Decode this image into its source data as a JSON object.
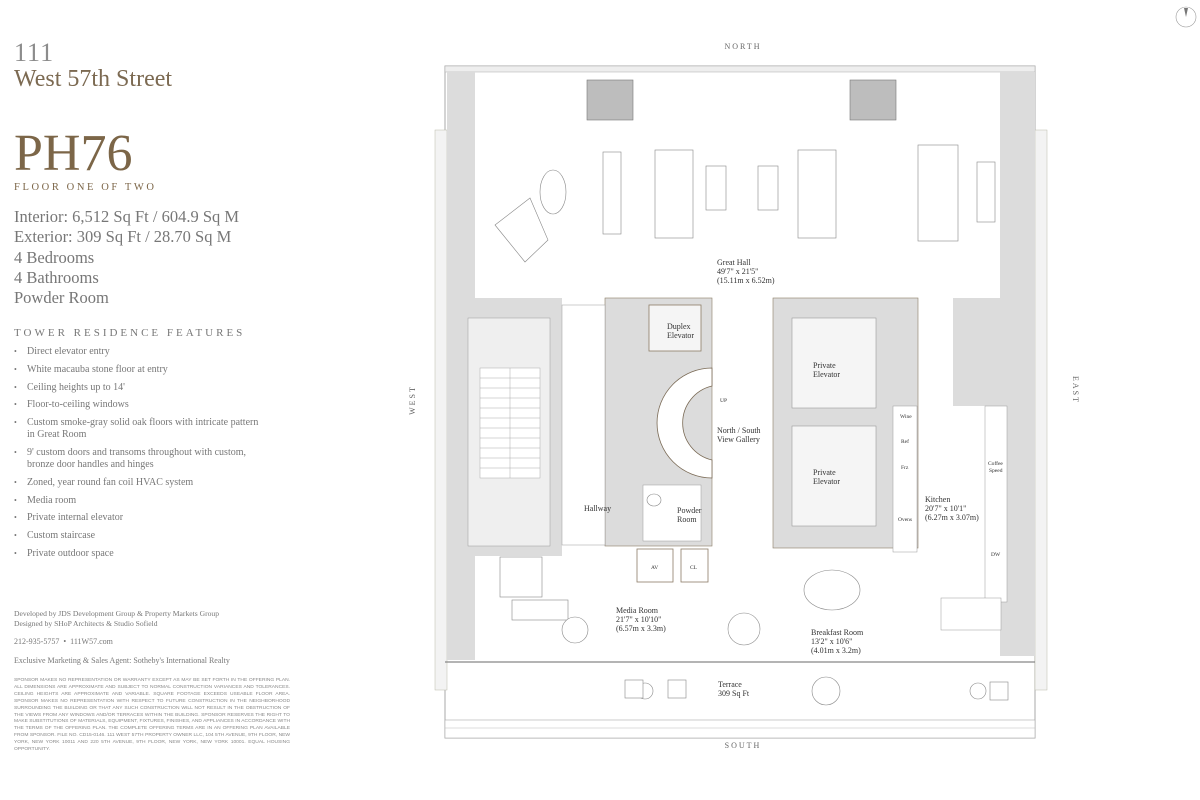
{
  "header": {
    "building_number": "111",
    "street": "West 57th Street"
  },
  "unit": {
    "name": "PH76",
    "floor": "FLOOR ONE OF TWO"
  },
  "stats": [
    "Interior: 6,512 Sq Ft / 604.9 Sq M",
    "Exterior: 309 Sq Ft / 28.70 Sq M",
    "4 Bedrooms",
    "4 Bathrooms",
    "Powder Room"
  ],
  "features": {
    "title": "TOWER RESIDENCE FEATURES",
    "items": [
      "Direct elevator entry",
      "White macauba stone floor at entry",
      "Ceiling heights up to 14'",
      "Floor-to-ceiling windows",
      "Custom smoke-gray solid oak floors with intricate pattern in Great Room",
      "9' custom doors and transoms throughout with custom, bronze door handles and hinges",
      "Zoned, year round fan coil HVAC system",
      "Media room",
      "Private internal elevator",
      "Custom staircase",
      "Private outdoor space"
    ]
  },
  "credits": {
    "developer": "Developed by JDS Development Group & Property Markets Group",
    "designer": "Designed by SHoP Architects & Studio Sofield",
    "phone": "212-935-5757",
    "website": "111W57.com",
    "agent": "Exclusive Marketing & Sales Agent: Sotheby's International Realty",
    "disclaimer": "Sponsor makes no representation or warranty except as may be set forth in the offering plan. All dimensions are approximate and subject to normal construction variances and tolerances. Ceiling heights are approximate and variable. Square footage exceeds useable floor area. Sponsor makes no representation with respect to future construction in the neighborhood surrounding the building or that any such construction will not result in the obstruction of the views from any windows and/or terraces within the building. Sponsor reserves the right to make substitutions of materials, equipment, fixtures, finishes, and appliances in accordance with the terms of the offering plan. The complete offering terms are in an offering plan available from sponsor. File No. CD15-0146. 111 West 57th Property Owner LLC, 104 5th Avenue, 9th Floor, New York, New York 10011 and 220 5th Avenue, 9th Floor, New York, New York 10001. Equal Housing Opportunity."
  },
  "plan": {
    "directions": {
      "north": "NORTH",
      "south": "SOUTH",
      "east": "EAST",
      "west": "WEST"
    },
    "rooms": {
      "great_hall": {
        "name": "Great Hall",
        "dim": "49'7\" x 21'5\"",
        "metric": "(15.11m x 6.52m)"
      },
      "duplex_elevator": {
        "line1": "Duplex",
        "line2": "Elevator"
      },
      "stair_up": "UP",
      "gallery": {
        "line1": "North / South",
        "line2": "View Gallery"
      },
      "private_elevator_1": {
        "line1": "Private",
        "line2": "Elevator"
      },
      "private_elevator_2": {
        "line1": "Private",
        "line2": "Elevator"
      },
      "hallway": "Hallway",
      "powder_room": {
        "line1": "Powder",
        "line2": "Room"
      },
      "av": "AV",
      "closet": "CL",
      "kitchen": {
        "name": "Kitchen",
        "dim": "20'7\" x 10'1\"",
        "metric": "(6.27m x 3.07m)"
      },
      "appliances": {
        "wine": "Wine",
        "ref": "Ref",
        "frz": "Frz",
        "ovens": "Ovens",
        "coffee1": "Coffee",
        "coffee2": "Speed",
        "dw": "DW"
      },
      "media_room": {
        "name": "Media Room",
        "dim": "21'7\" x 10'10\"",
        "metric": "(6.57m x 3.3m)"
      },
      "breakfast_room": {
        "name": "Breakfast Room",
        "dim": "13'2\" x 10'6\"",
        "metric": "(4.01m x 3.2m)"
      },
      "terrace": {
        "name": "Terrace",
        "area": "309 Sq Ft"
      }
    }
  },
  "colors": {
    "brand": "#7c6648",
    "wall": "#d9d9d9",
    "outline": "#8c7c66"
  }
}
